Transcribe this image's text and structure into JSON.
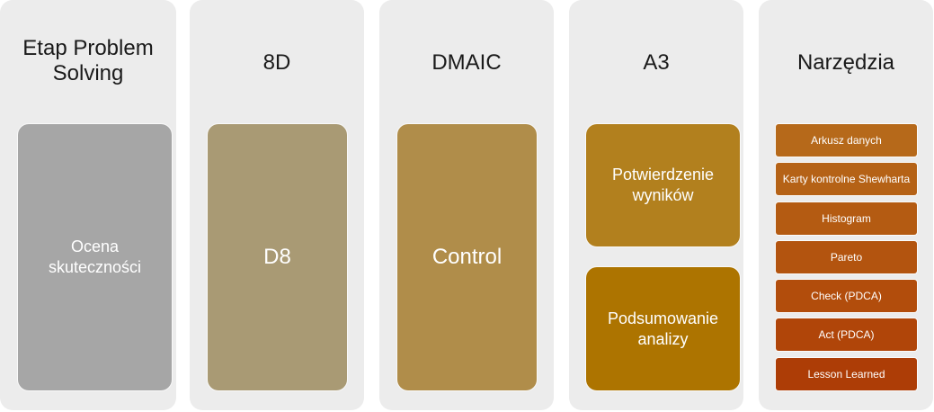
{
  "columns": [
    {
      "title": "Etap Problem Solving",
      "cards": [
        {
          "text": "Ocena skuteczności",
          "color": "#a6a6a6"
        }
      ]
    },
    {
      "title": "8D",
      "cards": [
        {
          "text": "D8",
          "color": "#a99a74"
        }
      ]
    },
    {
      "title": "DMAIC",
      "cards": [
        {
          "text": "Control",
          "color": "#b08d4a"
        }
      ]
    },
    {
      "title": "A3",
      "cards": [
        {
          "text": "Potwierdzenie wyników",
          "color": "#b2801e"
        },
        {
          "text": "Podsumowanie analizy",
          "color": "#ad7400"
        }
      ]
    },
    {
      "title": "Narzędzia",
      "tools": [
        {
          "text": "Arkusz danych",
          "color": "#b6691a"
        },
        {
          "text": "Karty kontrolne Shewharta",
          "color": "#b56216"
        },
        {
          "text": "Histogram",
          "color": "#b45b12"
        },
        {
          "text": "Pareto",
          "color": "#b3540f"
        },
        {
          "text": "Check (PDCA)",
          "color": "#b24d0c"
        },
        {
          "text": "Act (PDCA)",
          "color": "#b04509"
        },
        {
          "text": "Lesson Learned",
          "color": "#ad3d06"
        }
      ]
    }
  ]
}
